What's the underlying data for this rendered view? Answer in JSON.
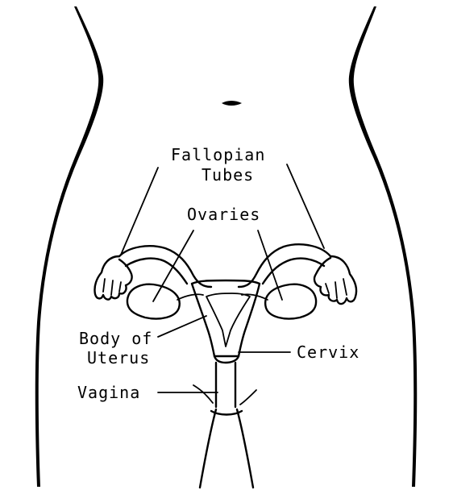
{
  "labels": {
    "fallopian_line1": "Fallopian",
    "fallopian_line2": "Tubes",
    "ovaries": "Ovaries",
    "body_of_line1": "Body of",
    "body_of_line2": "Uterus",
    "cervix": "Cervix",
    "vagina": "Vagina"
  },
  "colors": {
    "ink": "#000000",
    "background": "#ffffff"
  }
}
